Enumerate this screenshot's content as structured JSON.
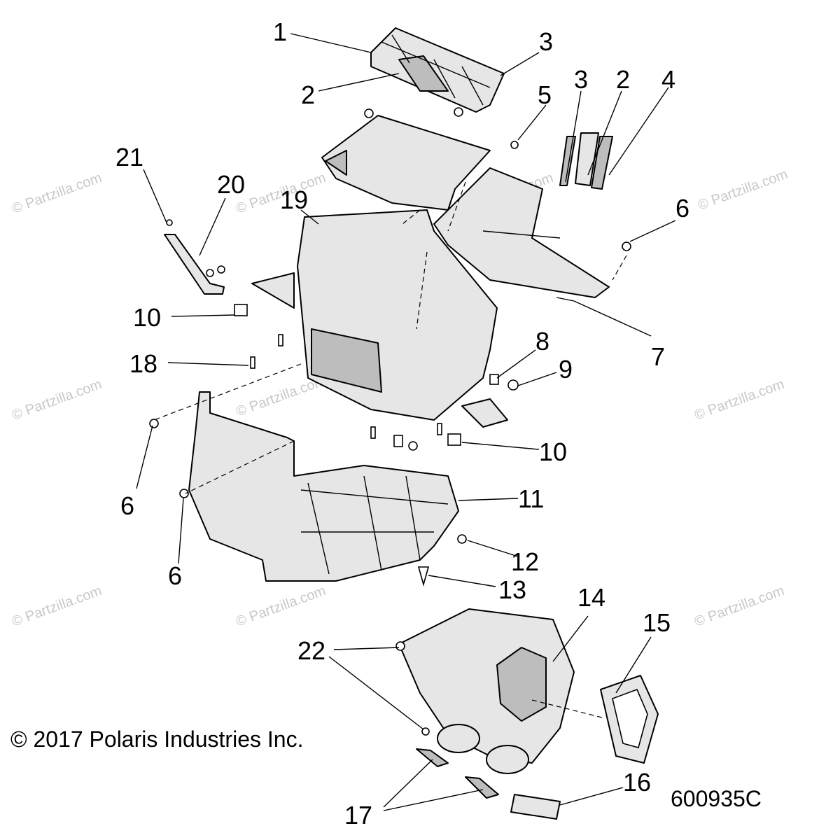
{
  "copyright": "© 2017 Polaris Industries Inc.",
  "diagram_code": "600935C",
  "watermark": "© Partzilla.com",
  "callouts": [
    {
      "id": "c1",
      "label": "1"
    },
    {
      "id": "c2a",
      "label": "2"
    },
    {
      "id": "c3a",
      "label": "3"
    },
    {
      "id": "c3b",
      "label": "3"
    },
    {
      "id": "c2b",
      "label": "2"
    },
    {
      "id": "c4",
      "label": "4"
    },
    {
      "id": "c5",
      "label": "5"
    },
    {
      "id": "c6a",
      "label": "6"
    },
    {
      "id": "c21",
      "label": "21"
    },
    {
      "id": "c20",
      "label": "20"
    },
    {
      "id": "c19",
      "label": "19"
    },
    {
      "id": "c10a",
      "label": "10"
    },
    {
      "id": "c18",
      "label": "18"
    },
    {
      "id": "c7",
      "label": "7"
    },
    {
      "id": "c8",
      "label": "8"
    },
    {
      "id": "c9",
      "label": "9"
    },
    {
      "id": "c10b",
      "label": "10"
    },
    {
      "id": "c6b",
      "label": "6"
    },
    {
      "id": "c11",
      "label": "11"
    },
    {
      "id": "c6c",
      "label": "6"
    },
    {
      "id": "c12",
      "label": "12"
    },
    {
      "id": "c13",
      "label": "13"
    },
    {
      "id": "c14",
      "label": "14"
    },
    {
      "id": "c15",
      "label": "15"
    },
    {
      "id": "c22",
      "label": "22"
    },
    {
      "id": "c16",
      "label": "16"
    },
    {
      "id": "c17",
      "label": "17"
    }
  ]
}
